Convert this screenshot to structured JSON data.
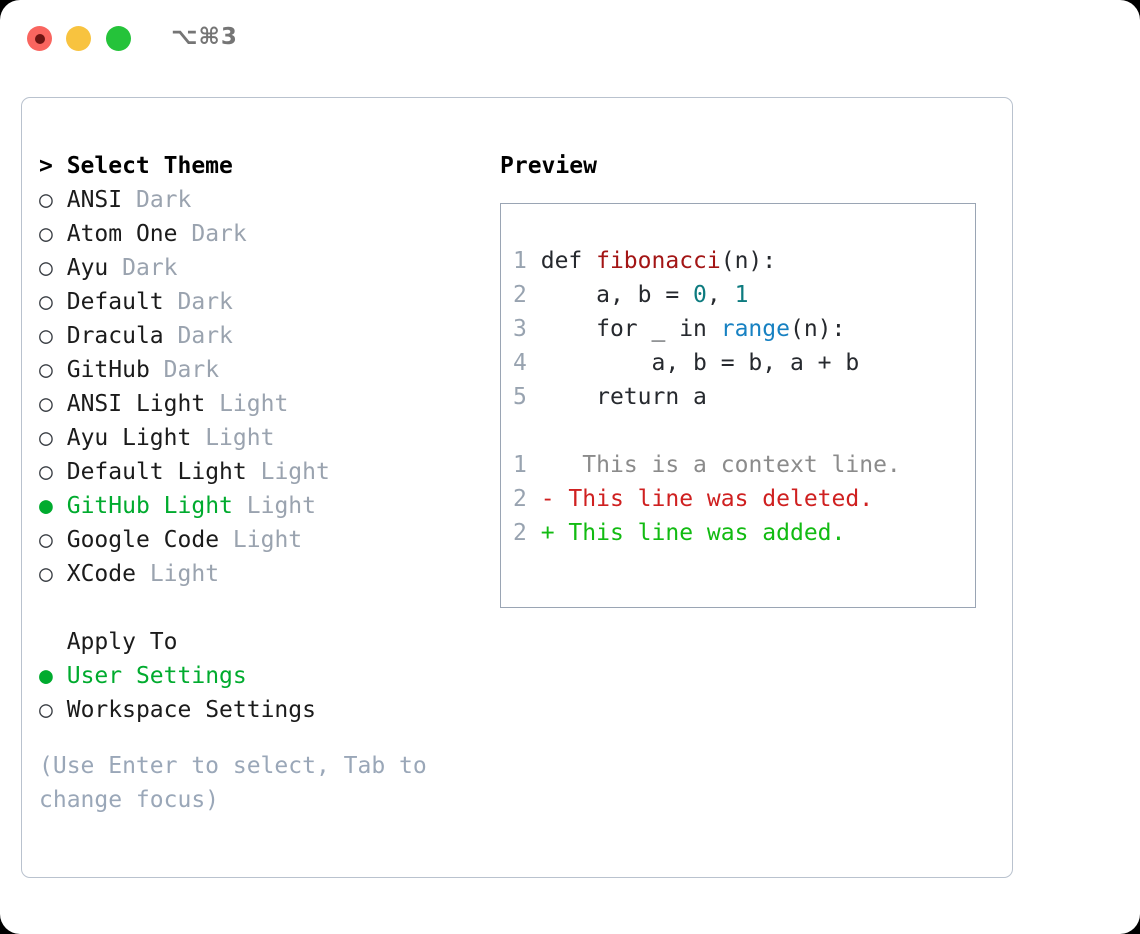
{
  "window": {
    "traffic_lights": [
      {
        "name": "close",
        "color": "#f9655f"
      },
      {
        "name": "minimize",
        "color": "#f8c33f"
      },
      {
        "name": "zoom",
        "color": "#25c33a"
      }
    ],
    "shortcut_label": "⌥⌘3"
  },
  "theme_list": {
    "heading": "> Select Theme",
    "items": [
      {
        "marker": "○",
        "name": "ANSI",
        "category": "Dark",
        "selected": false
      },
      {
        "marker": "○",
        "name": "Atom One",
        "category": "Dark",
        "selected": false
      },
      {
        "marker": "○",
        "name": "Ayu",
        "category": "Dark",
        "selected": false
      },
      {
        "marker": "○",
        "name": "Default",
        "category": "Dark",
        "selected": false
      },
      {
        "marker": "○",
        "name": "Dracula",
        "category": "Dark",
        "selected": false
      },
      {
        "marker": "○",
        "name": "GitHub",
        "category": "Dark",
        "selected": false
      },
      {
        "marker": "○",
        "name": "ANSI Light",
        "category": "Light",
        "selected": false
      },
      {
        "marker": "○",
        "name": "Ayu Light",
        "category": "Light",
        "selected": false
      },
      {
        "marker": "○",
        "name": "Default Light",
        "category": "Light",
        "selected": false
      },
      {
        "marker": "●",
        "name": "GitHub Light",
        "category": "Light",
        "selected": true
      },
      {
        "marker": "○",
        "name": "Google Code",
        "category": "Light",
        "selected": false
      },
      {
        "marker": "○",
        "name": "XCode",
        "category": "Light",
        "selected": false
      }
    ]
  },
  "apply_to": {
    "heading": "Apply To",
    "items": [
      {
        "marker": "●",
        "name": "User Settings",
        "selected": true
      },
      {
        "marker": "○",
        "name": "Workspace Settings",
        "selected": false
      }
    ]
  },
  "hint": "(Use Enter to select, Tab to change focus)",
  "preview": {
    "title": "Preview",
    "code_lines": [
      {
        "num": "1",
        "tokens": [
          {
            "t": "def ",
            "c": "kw"
          },
          {
            "t": "fibonacci",
            "c": "fn"
          },
          {
            "t": "(n):",
            "c": "kw"
          }
        ]
      },
      {
        "num": "2",
        "tokens": [
          {
            "t": "    a, b = ",
            "c": "kw"
          },
          {
            "t": "0",
            "c": "num"
          },
          {
            "t": ", ",
            "c": "kw"
          },
          {
            "t": "1",
            "c": "num"
          }
        ]
      },
      {
        "num": "3",
        "tokens": [
          {
            "t": "    for _ in ",
            "c": "kw"
          },
          {
            "t": "range",
            "c": "builtin"
          },
          {
            "t": "(n):",
            "c": "kw"
          }
        ]
      },
      {
        "num": "4",
        "tokens": [
          {
            "t": "        a, b = b, a + b",
            "c": "kw"
          }
        ]
      },
      {
        "num": "5",
        "tokens": [
          {
            "t": "    return a",
            "c": "kw"
          }
        ]
      }
    ],
    "diff_lines": [
      {
        "num": "1",
        "sign": " ",
        "text": "  This is a context line.",
        "kind": "ctx"
      },
      {
        "num": "2",
        "sign": "-",
        "text": " This line was deleted.",
        "kind": "del"
      },
      {
        "num": "2",
        "sign": "+",
        "text": " This line was added.",
        "kind": "add"
      }
    ]
  },
  "colors": {
    "accent_green": "#00ab2e",
    "muted": "#9aa3af",
    "hint": "#9aa7b8",
    "panel_border": "#b9c2ce",
    "preview_border": "#9aa5b4",
    "code_function": "#a31515",
    "code_number": "#0d7b7f",
    "code_builtin": "#1781c2",
    "diff_context": "#8b8b8b",
    "diff_deleted": "#cf2020",
    "diff_added": "#12bb12"
  }
}
